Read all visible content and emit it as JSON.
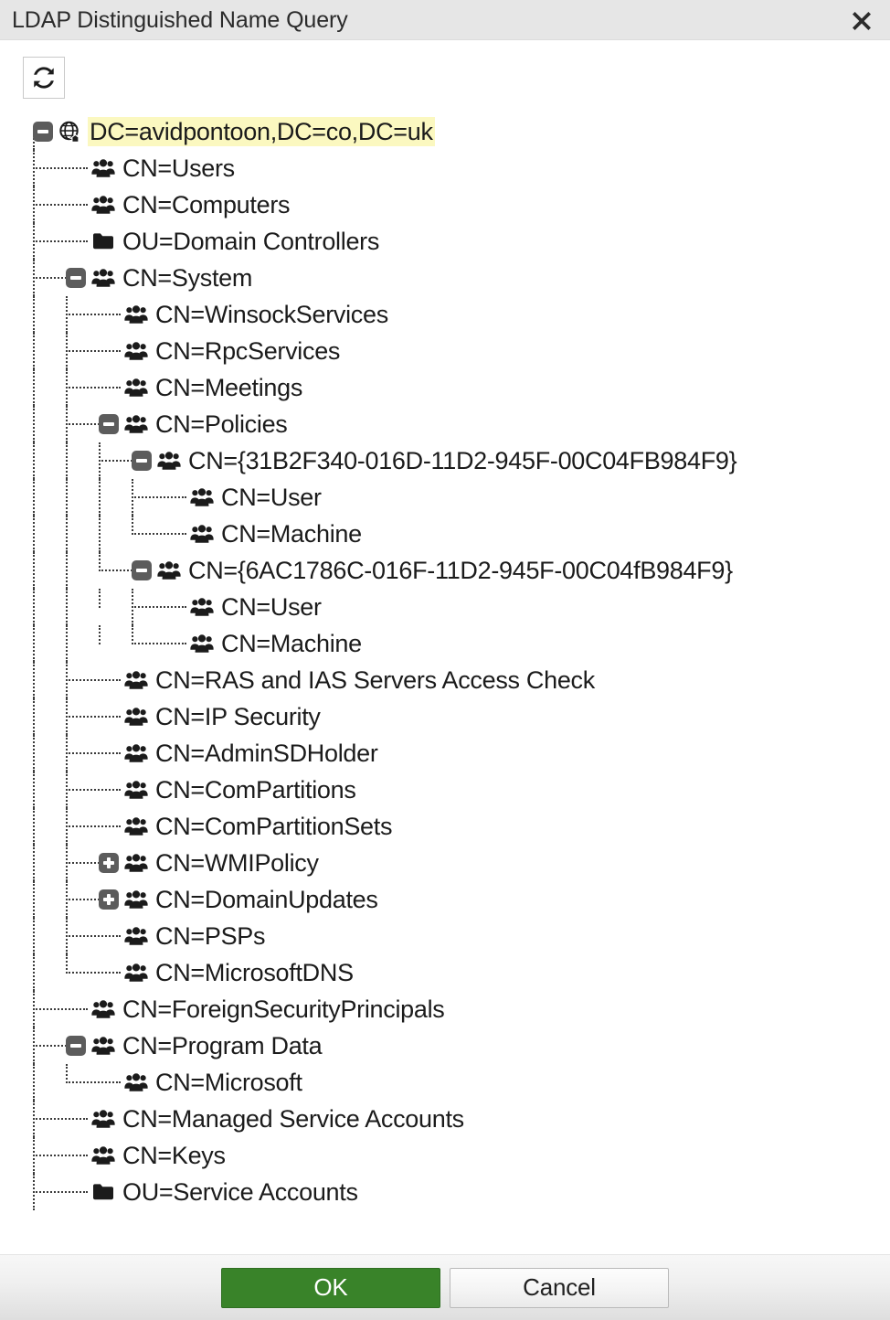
{
  "dialog": {
    "title": "LDAP Distinguished Name Query",
    "close_icon": "close-icon"
  },
  "toolbar": {
    "refresh_icon": "refresh-icon",
    "refresh_title": "Refresh"
  },
  "colors": {
    "titlebar_bg": "#e6e6e6",
    "selection_highlight": "#fbf8c0",
    "toggle_bg": "#5c5c5c",
    "ok_button_bg": "#398329",
    "footer_bg": "#efefef",
    "text": "#1b1b1b"
  },
  "tree": {
    "nodes": [
      {
        "label": "DC=avidpontoon,DC=co,DC=uk",
        "depth": 0,
        "icon": "domain-globe-icon",
        "toggle": "minus",
        "selected": true,
        "last": false
      },
      {
        "label": "CN=Users",
        "depth": 1,
        "icon": "users-icon",
        "toggle": "none",
        "selected": false,
        "last": false
      },
      {
        "label": "CN=Computers",
        "depth": 1,
        "icon": "users-icon",
        "toggle": "none",
        "selected": false,
        "last": false
      },
      {
        "label": "OU=Domain Controllers",
        "depth": 1,
        "icon": "folder-icon",
        "toggle": "none",
        "selected": false,
        "last": false
      },
      {
        "label": "CN=System",
        "depth": 1,
        "icon": "users-icon",
        "toggle": "minus",
        "selected": false,
        "last": false
      },
      {
        "label": "CN=WinsockServices",
        "depth": 2,
        "icon": "users-icon",
        "toggle": "none",
        "selected": false,
        "last": false
      },
      {
        "label": "CN=RpcServices",
        "depth": 2,
        "icon": "users-icon",
        "toggle": "none",
        "selected": false,
        "last": false
      },
      {
        "label": "CN=Meetings",
        "depth": 2,
        "icon": "users-icon",
        "toggle": "none",
        "selected": false,
        "last": false
      },
      {
        "label": "CN=Policies",
        "depth": 2,
        "icon": "users-icon",
        "toggle": "minus",
        "selected": false,
        "last": false
      },
      {
        "label": "CN={31B2F340-016D-11D2-945F-00C04FB984F9}",
        "depth": 3,
        "icon": "users-icon",
        "toggle": "minus",
        "selected": false,
        "last": false
      },
      {
        "label": "CN=User",
        "depth": 4,
        "icon": "users-icon",
        "toggle": "none",
        "selected": false,
        "last": false
      },
      {
        "label": "CN=Machine",
        "depth": 4,
        "icon": "users-icon",
        "toggle": "none",
        "selected": false,
        "last": true
      },
      {
        "label": "CN={6AC1786C-016F-11D2-945F-00C04fB984F9}",
        "depth": 3,
        "icon": "users-icon",
        "toggle": "minus",
        "selected": false,
        "last": true
      },
      {
        "label": "CN=User",
        "depth": 4,
        "icon": "users-icon",
        "toggle": "none",
        "selected": false,
        "last": false
      },
      {
        "label": "CN=Machine",
        "depth": 4,
        "icon": "users-icon",
        "toggle": "none",
        "selected": false,
        "last": true
      },
      {
        "label": "CN=RAS and IAS Servers Access Check",
        "depth": 2,
        "icon": "users-icon",
        "toggle": "none",
        "selected": false,
        "last": false
      },
      {
        "label": "CN=IP Security",
        "depth": 2,
        "icon": "users-icon",
        "toggle": "none",
        "selected": false,
        "last": false
      },
      {
        "label": "CN=AdminSDHolder",
        "depth": 2,
        "icon": "users-icon",
        "toggle": "none",
        "selected": false,
        "last": false
      },
      {
        "label": "CN=ComPartitions",
        "depth": 2,
        "icon": "users-icon",
        "toggle": "none",
        "selected": false,
        "last": false
      },
      {
        "label": "CN=ComPartitionSets",
        "depth": 2,
        "icon": "users-icon",
        "toggle": "none",
        "selected": false,
        "last": false
      },
      {
        "label": "CN=WMIPolicy",
        "depth": 2,
        "icon": "users-icon",
        "toggle": "plus",
        "selected": false,
        "last": false
      },
      {
        "label": "CN=DomainUpdates",
        "depth": 2,
        "icon": "users-icon",
        "toggle": "plus",
        "selected": false,
        "last": false
      },
      {
        "label": "CN=PSPs",
        "depth": 2,
        "icon": "users-icon",
        "toggle": "none",
        "selected": false,
        "last": false
      },
      {
        "label": "CN=MicrosoftDNS",
        "depth": 2,
        "icon": "users-icon",
        "toggle": "none",
        "selected": false,
        "last": true
      },
      {
        "label": "CN=ForeignSecurityPrincipals",
        "depth": 1,
        "icon": "users-icon",
        "toggle": "none",
        "selected": false,
        "last": false
      },
      {
        "label": "CN=Program Data",
        "depth": 1,
        "icon": "users-icon",
        "toggle": "minus",
        "selected": false,
        "last": false
      },
      {
        "label": "CN=Microsoft",
        "depth": 2,
        "icon": "users-icon",
        "toggle": "none",
        "selected": false,
        "last": true
      },
      {
        "label": "CN=Managed Service Accounts",
        "depth": 1,
        "icon": "users-icon",
        "toggle": "none",
        "selected": false,
        "last": false
      },
      {
        "label": "CN=Keys",
        "depth": 1,
        "icon": "users-icon",
        "toggle": "none",
        "selected": false,
        "last": false
      },
      {
        "label": "OU=Service Accounts",
        "depth": 1,
        "icon": "folder-icon",
        "toggle": "none",
        "selected": false,
        "last": false
      }
    ]
  },
  "footer": {
    "ok_label": "OK",
    "cancel_label": "Cancel"
  }
}
